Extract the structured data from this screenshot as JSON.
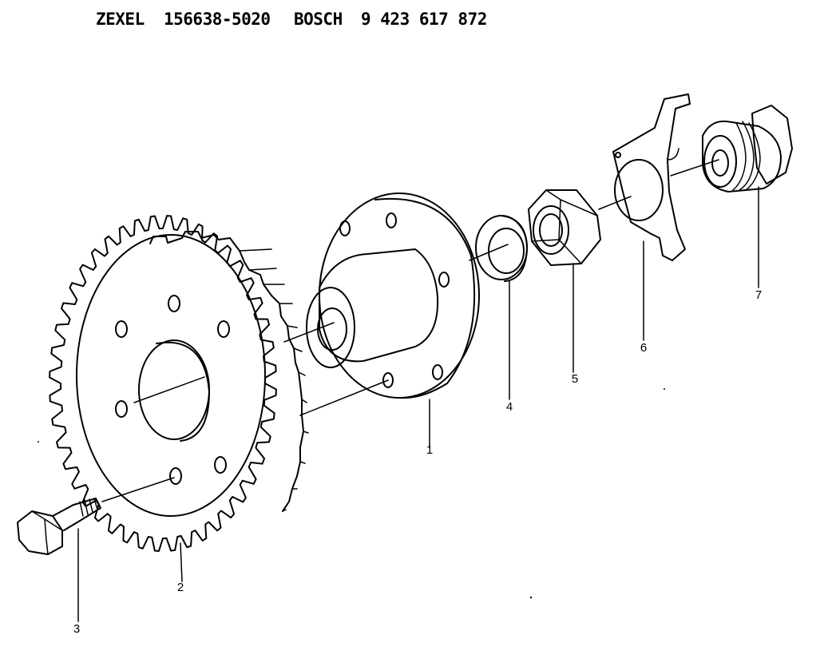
{
  "header": {
    "maker1": "ZEXEL",
    "part_no1": "156638-5020",
    "maker2": "BOSCH",
    "part_no2": "9 423 617 872"
  },
  "callouts": [
    "1",
    "2",
    "3",
    "4",
    "5",
    "6",
    "7"
  ]
}
